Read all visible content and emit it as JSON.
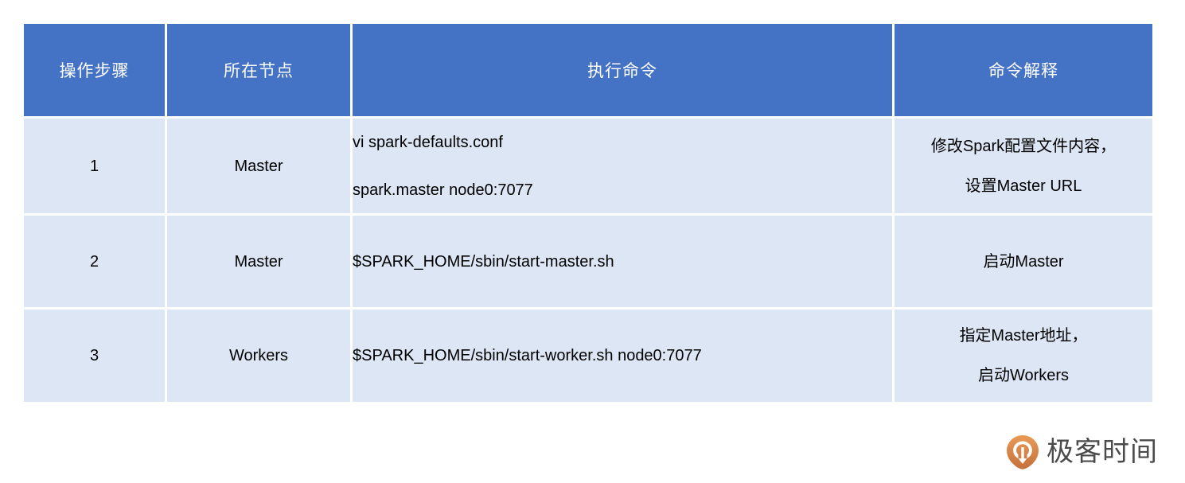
{
  "table": {
    "columns": [
      {
        "key": "step",
        "label": "操作步骤"
      },
      {
        "key": "node",
        "label": "所在节点"
      },
      {
        "key": "cmd",
        "label": "执行命令"
      },
      {
        "key": "desc",
        "label": "命令解释"
      }
    ],
    "rows": [
      {
        "step": "1",
        "node": "Master",
        "cmd_lines": [
          "vi spark-defaults.conf",
          "spark.master node0:7077"
        ],
        "desc_lines": [
          "修改Spark配置文件内容，",
          "设置Master URL"
        ]
      },
      {
        "step": "2",
        "node": "Master",
        "cmd_lines": [
          "$SPARK_HOME/sbin/start-master.sh"
        ],
        "desc_lines": [
          "启动Master"
        ]
      },
      {
        "step": "3",
        "node": "Workers",
        "cmd_lines": [
          "$SPARK_HOME/sbin/start-worker.sh node0:7077"
        ],
        "desc_lines": [
          "指定Master地址，",
          "启动Workers"
        ]
      }
    ]
  },
  "brand": {
    "name": "极客时间",
    "icon": "geektime-pin-icon"
  },
  "colors": {
    "header_bg": "#4472C4",
    "header_text": "#FFFFFF",
    "cell_bg": "#DCE6F5",
    "cell_text": "#000000",
    "grid_line": "#FFFFFF",
    "brand_orange": "#E08B4C",
    "brand_text": "#4B4B4B",
    "page_bg": "#FFFFFF"
  }
}
